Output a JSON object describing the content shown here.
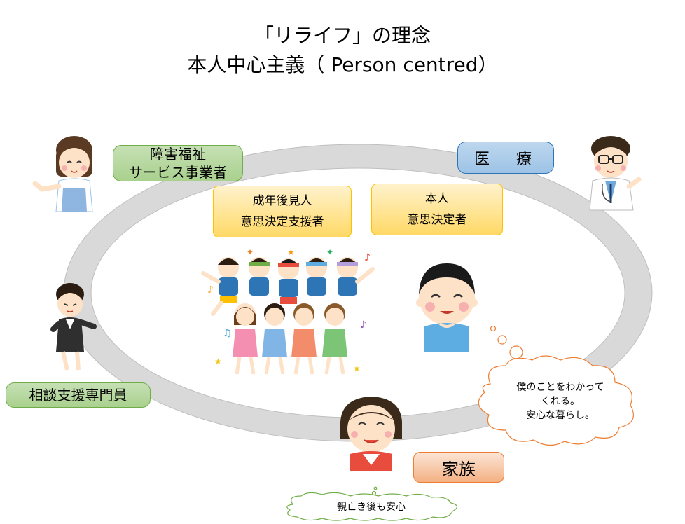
{
  "title": {
    "line1": "「リライフ」の理念",
    "line2": "本人中心主義（ Person centred）"
  },
  "roles": {
    "welfare_line1": "障害福祉",
    "welfare_line2": "サービス事業者",
    "medical": "医　療",
    "guardian_line1": "成年後見人",
    "guardian_line2": "意思決定支援者",
    "self_line1": "本人",
    "self_line2": "意思決定者",
    "consultant": "相談支援専門員",
    "family": "家族"
  },
  "thoughts": {
    "self_line1": "僕のことをわかって",
    "self_line2": "くれる。",
    "self_line3": "安心な暮らし。",
    "family": "親亡き後も安心"
  },
  "colors": {
    "green_box": "#a9d18e",
    "blue_box": "#9dc3e6",
    "yellow_box": "#ffd966",
    "orange_box": "#f4b183",
    "ring": "#d9d9d9"
  }
}
